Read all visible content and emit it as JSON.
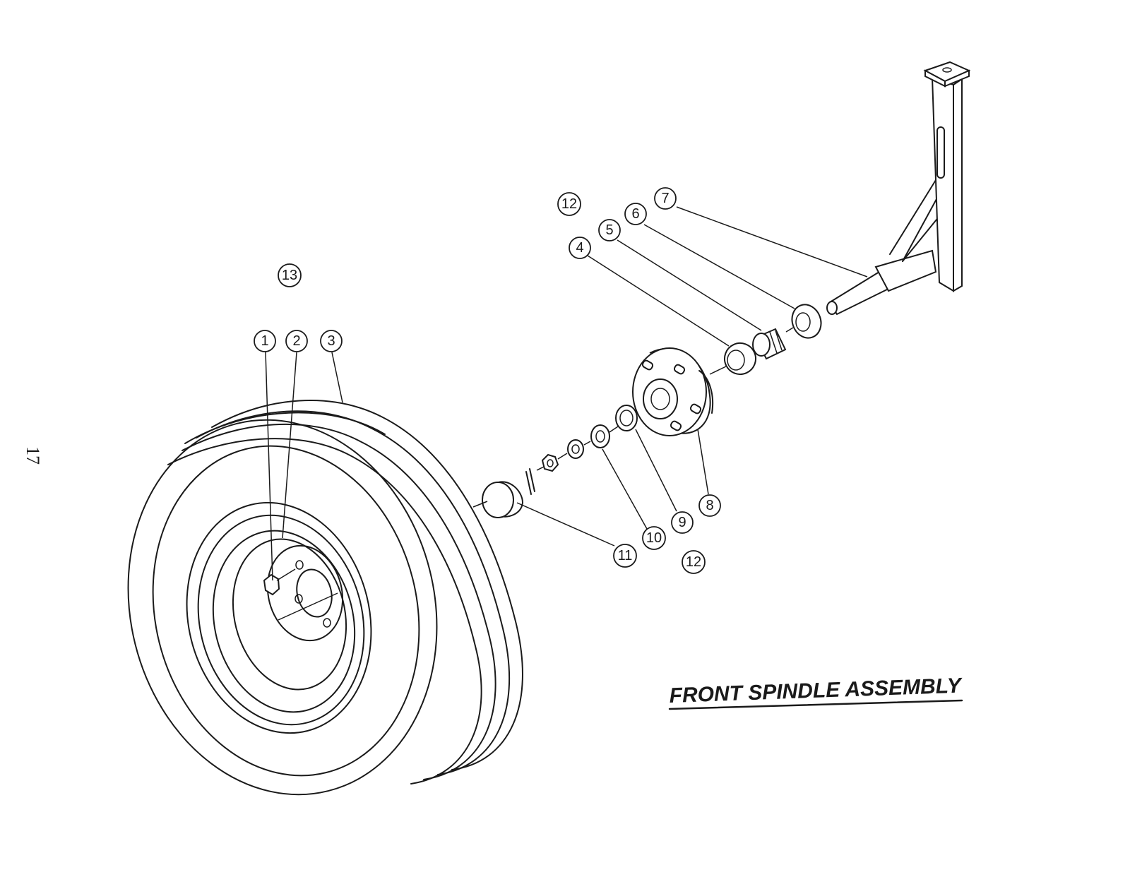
{
  "title": "FRONT SPINDLE ASSEMBLY",
  "page_number": "17",
  "callouts": [
    "1",
    "2",
    "3",
    "4",
    "5",
    "6",
    "7",
    "8",
    "9",
    "10",
    "11",
    "12",
    "12",
    "13"
  ]
}
